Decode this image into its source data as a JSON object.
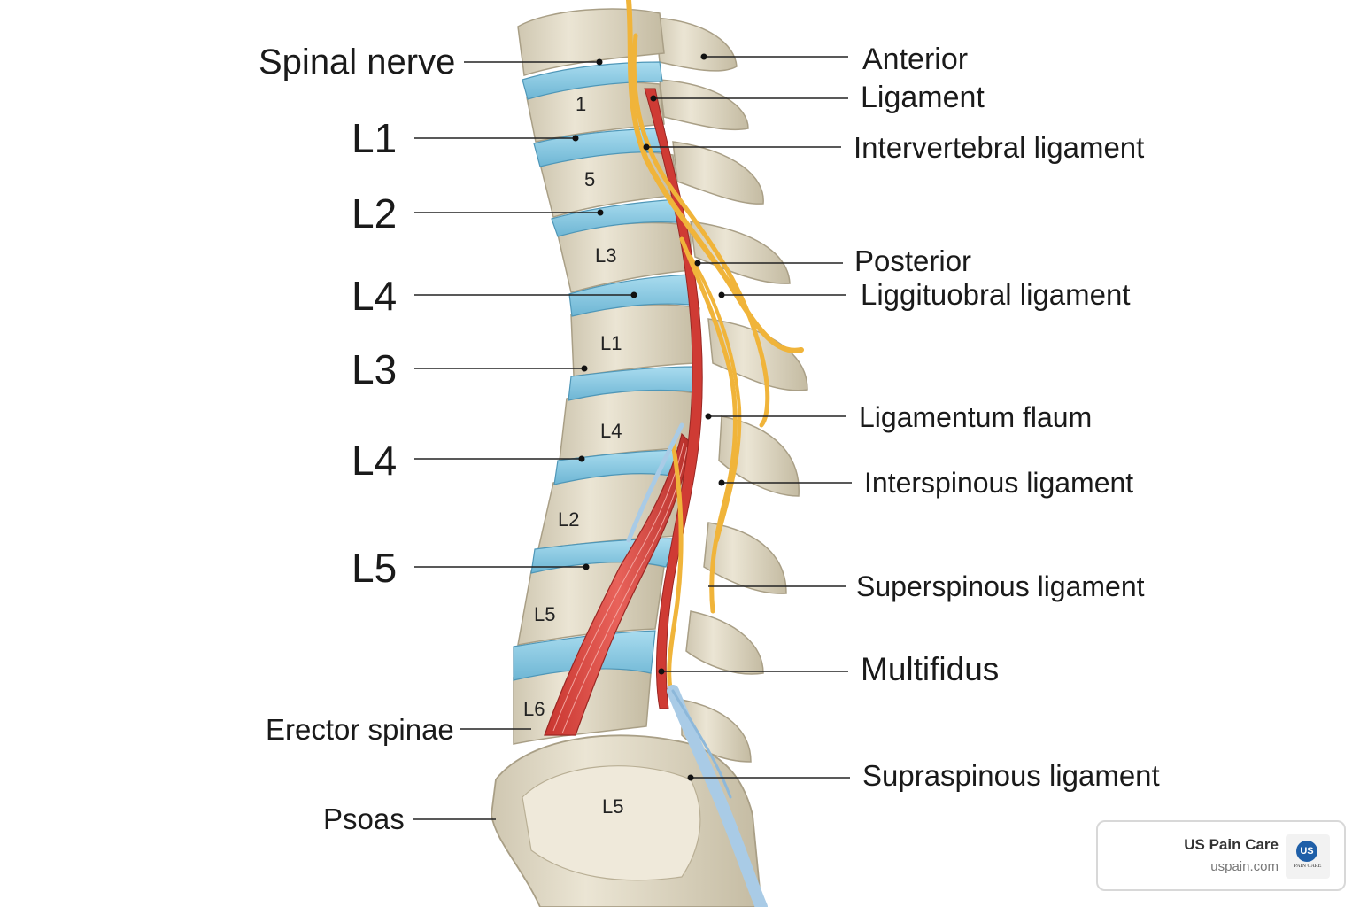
{
  "left_labels": [
    {
      "id": "spinal-nerve",
      "text": "Spinal nerve",
      "size": "large"
    },
    {
      "id": "l1",
      "text": "L1",
      "size": "xl"
    },
    {
      "id": "l2",
      "text": "L2",
      "size": "xl"
    },
    {
      "id": "l4-upper",
      "text": "L4",
      "size": "xl"
    },
    {
      "id": "l3",
      "text": "L3",
      "size": "xl"
    },
    {
      "id": "l4-lower",
      "text": "L4",
      "size": "xl"
    },
    {
      "id": "l5",
      "text": "L5",
      "size": "xl"
    },
    {
      "id": "erector-spinae",
      "text": "Erector spinae",
      "size": "medium"
    },
    {
      "id": "psoas",
      "text": "Psoas",
      "size": "medium"
    }
  ],
  "right_labels": [
    {
      "id": "anterior",
      "text": "Anterior"
    },
    {
      "id": "ligament",
      "text": "Ligament"
    },
    {
      "id": "intervertebral-ligament",
      "text": "Intervertebral ligament"
    },
    {
      "id": "posterior",
      "text": "Posterior"
    },
    {
      "id": "liggituobral-ligament",
      "text": "Liggituobral ligament"
    },
    {
      "id": "ligamentum-flaum",
      "text": "Ligamentum flaum"
    },
    {
      "id": "interspinous-ligament",
      "text": "Interspinous ligament"
    },
    {
      "id": "superspinous-ligament",
      "text": "Superspinous ligament"
    },
    {
      "id": "multifidus",
      "text": "Multifidus"
    },
    {
      "id": "supraspinous-ligament",
      "text": "Supraspinous ligament"
    }
  ],
  "vertebra_labels": [
    "1",
    "5",
    "L3",
    "L1",
    "L4",
    "L2",
    "L5",
    "L6",
    "L5"
  ],
  "brand": {
    "name": "US Pain Care",
    "url": "uspain.com",
    "logo_mark": "US",
    "logo_caption": "PAIN CARE"
  },
  "colors": {
    "bone": "#e6dfcc",
    "bone_shadow": "#bfb59c",
    "disc": "#8ccbe3",
    "nerve": "#f0b43a",
    "muscle": "#d9463f",
    "tendon": "#a9cbe6"
  }
}
